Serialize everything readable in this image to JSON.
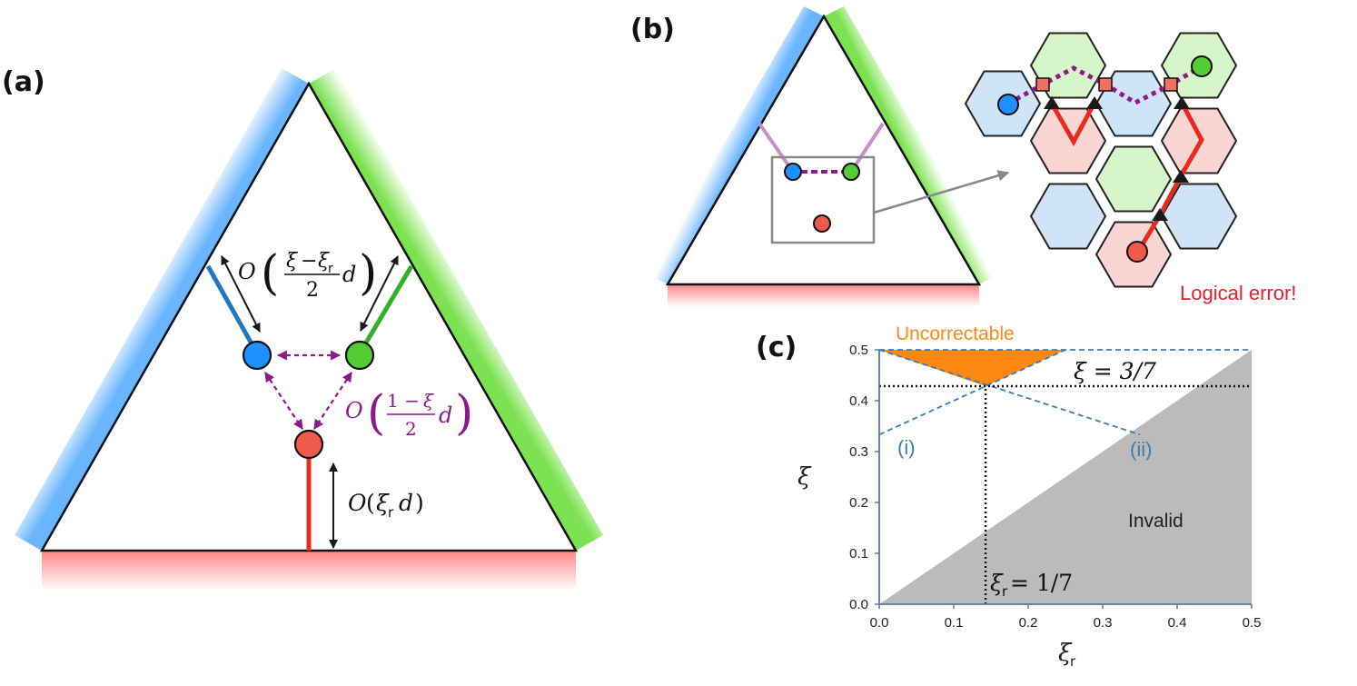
{
  "panels": {
    "a": {
      "label": "(a)"
    },
    "b": {
      "label": "(b)",
      "error_text": "Logical error!"
    },
    "c": {
      "label": "(c)"
    }
  },
  "annotations_a": {
    "big_o": "O",
    "xi": "ξ",
    "xi_r_sub": "r",
    "minus": "−",
    "two": "2",
    "one_minus": "1 −",
    "d": "d",
    "paren_open": "(",
    "paren_close": ")"
  },
  "chart_data": {
    "type": "area",
    "xlabel": "ξ_r",
    "ylabel": "ξ",
    "xlim": [
      0,
      0.5
    ],
    "ylim": [
      0,
      0.5
    ],
    "xticks": [
      "0.0",
      "0.1",
      "0.2",
      "0.3",
      "0.4",
      "0.5"
    ],
    "yticks": [
      "0.0",
      "0.1",
      "0.2",
      "0.3",
      "0.4",
      "0.5"
    ],
    "regions": [
      {
        "name": "Uncorrectable",
        "color": "#ff8811",
        "vertices": [
          [
            0,
            0.5
          ],
          [
            0.25,
            0.5
          ],
          [
            0.142857,
            0.428571
          ]
        ]
      },
      {
        "name": "Invalid",
        "color": "#bbbbbb",
        "vertices": [
          [
            0,
            0
          ],
          [
            0.5,
            0
          ],
          [
            0.5,
            0.5
          ]
        ]
      }
    ],
    "lines": [
      {
        "name": "(i)",
        "style": "dashed",
        "color": "#3a7db5",
        "points": [
          [
            0,
            0.333333
          ],
          [
            0.25,
            0.5
          ]
        ]
      },
      {
        "name": "(ii)",
        "style": "dashed",
        "color": "#3a7db5",
        "points": [
          [
            0,
            0.5
          ],
          [
            0.35,
            0.333333
          ]
        ]
      },
      {
        "name": "top",
        "style": "dashed",
        "color": "#3a7db5",
        "points": [
          [
            0,
            0.5
          ],
          [
            0.5,
            0.5
          ]
        ]
      },
      {
        "name": "ξ = 3/7",
        "style": "dotted",
        "color": "#111111",
        "points": [
          [
            0,
            0.428571
          ],
          [
            0.5,
            0.428571
          ]
        ]
      },
      {
        "name": "ξ_r = 1/7",
        "style": "dotted",
        "color": "#111111",
        "points": [
          [
            0.142857,
            0
          ],
          [
            0.142857,
            0.428571
          ]
        ]
      }
    ],
    "labels": {
      "uncorrectable": "Uncorrectable",
      "invalid": "Invalid",
      "line_i": "(i)",
      "line_ii": "(ii)",
      "xi_eq": "ξ = 3/7",
      "xi_r_eq_base": "ξ",
      "xi_r_eq_sub": "r",
      "xi_r_eq_rest": " = 1/7"
    },
    "colors": {
      "blue_line": "#3a7db5",
      "axis": "#5a7a99"
    }
  },
  "colors": {
    "blue": "#1e90ff",
    "green": "#55cc33",
    "red": "#f05a4a",
    "purple": "#8b1a8b",
    "hex_blue": "#cfe4f7",
    "hex_green": "#d6f5c8",
    "hex_red": "#f9d6d3",
    "error_red": "#e8202a"
  }
}
